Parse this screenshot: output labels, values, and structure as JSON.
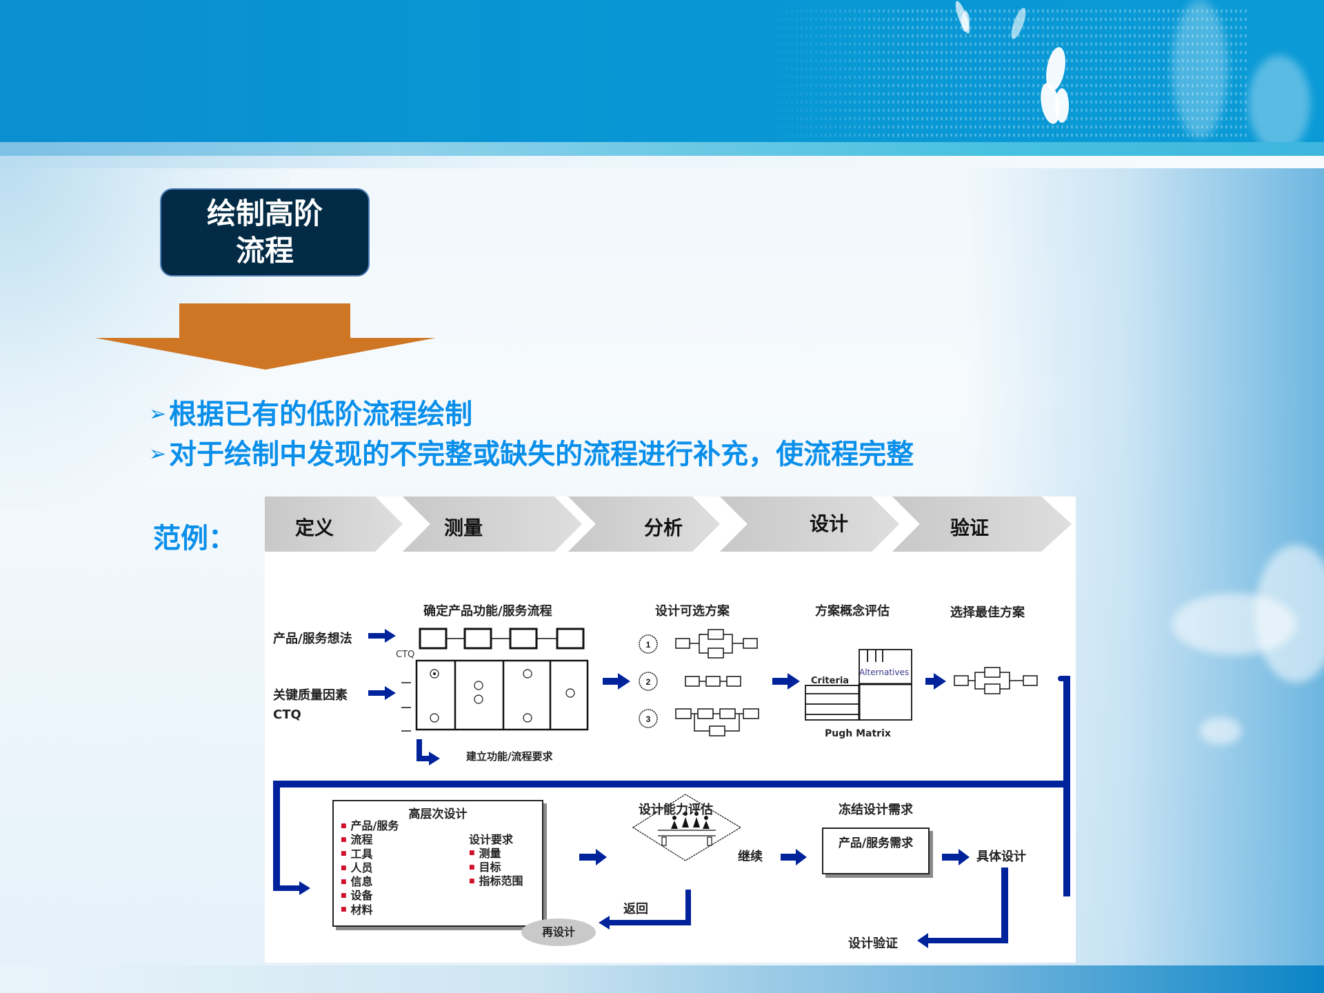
{
  "slide": {
    "title_box": {
      "line1": "绘制高阶",
      "line2": "流程"
    },
    "bullets": [
      {
        "marker": "➢",
        "text": "根据已有的低阶流程绘制"
      },
      {
        "marker": "➢",
        "text": "对于绘制中发现的不完整或缺失的流程进行补充，使流程完整"
      }
    ],
    "example_label": "范例：",
    "colors": {
      "header_blue": "#0a8fd0",
      "title_box_bg": "#032b45",
      "arrow_orange": "#cf7624",
      "bullet_text": "#0a8fea",
      "connector_blue": "#00239c",
      "bullet_red": "#d0102a"
    }
  },
  "diagram": {
    "phases": [
      "定义",
      "测量",
      "分析",
      "设计",
      "验证"
    ],
    "stage1": {
      "title": "确定产品功能/服务流程",
      "input1": "产品/服务想法",
      "input2": "关键质量因素",
      "input2_sub": "CTQ",
      "matrix_label": "CTQ",
      "output": "建立功能/流程要求"
    },
    "stage2": {
      "title": "设计可选方案",
      "options": [
        "1",
        "2",
        "3"
      ]
    },
    "stage3": {
      "title": "方案概念评估",
      "criteria_label": "Criteria",
      "alternatives_label": "Alternatives",
      "caption": "Pugh Matrix"
    },
    "stage4": {
      "title": "选择最佳方案"
    },
    "high_level": {
      "title": "高层次设计",
      "items": [
        "产品/服务",
        "流程",
        "工具",
        "人员",
        "信息",
        "设备",
        "材料"
      ],
      "req_title": "设计要求",
      "req_items": [
        "测量",
        "目标",
        "指标范围"
      ]
    },
    "capability": {
      "title": "设计能力评估",
      "continue_label": "继续",
      "return_label": "返回",
      "redesign_label": "再设计"
    },
    "freeze": {
      "title": "冻结设计需求",
      "box_text": "产品/服务需求"
    },
    "detail_design": "具体设计",
    "design_verify": "设计验证"
  }
}
